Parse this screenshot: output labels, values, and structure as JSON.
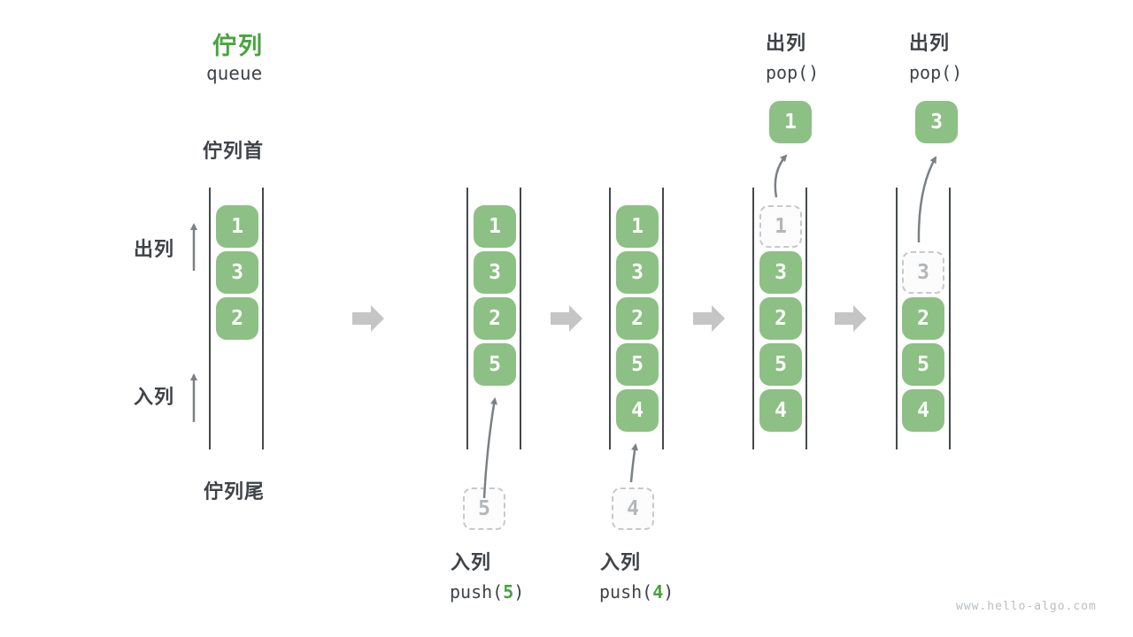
{
  "title": {
    "zh": "佇列",
    "en": "queue"
  },
  "labels": {
    "queue_front": "佇列首",
    "queue_rear": "佇列尾",
    "dequeue": "出列",
    "enqueue": "入列"
  },
  "operations": {
    "pop1": {
      "label": "出列",
      "code": "pop()"
    },
    "pop2": {
      "label": "出列",
      "code": "pop()"
    },
    "push5": {
      "label": "入列",
      "code_before": "push(",
      "arg": "5",
      "code_after": ")"
    },
    "push4": {
      "label": "入列",
      "code_before": "push(",
      "arg": "4",
      "code_after": ")"
    }
  },
  "columns": [
    {
      "cells": [
        {
          "value": "1"
        },
        {
          "value": "3"
        },
        {
          "value": "2"
        }
      ]
    },
    {
      "cells": [
        {
          "value": "1"
        },
        {
          "value": "3"
        },
        {
          "value": "2"
        },
        {
          "value": "5"
        }
      ]
    },
    {
      "cells": [
        {
          "value": "1"
        },
        {
          "value": "3"
        },
        {
          "value": "2"
        },
        {
          "value": "5"
        },
        {
          "value": "4"
        }
      ]
    },
    {
      "cells": [
        {
          "value": "1",
          "dashed": true
        },
        {
          "value": "3"
        },
        {
          "value": "2"
        },
        {
          "value": "5"
        },
        {
          "value": "4"
        }
      ]
    },
    {
      "cells": [
        {
          "value": "3",
          "dashed": true
        },
        {
          "value": "2"
        },
        {
          "value": "5"
        },
        {
          "value": "4"
        }
      ]
    }
  ],
  "popped": [
    {
      "value": "1"
    },
    {
      "value": "3"
    }
  ],
  "staging": [
    {
      "value": "5"
    },
    {
      "value": "4"
    }
  ],
  "watermark": "www.hello-algo.com",
  "colors": {
    "cell_green": "#8dc084",
    "accent_green": "#47a43e",
    "dark_text": "#3f4347",
    "rail": "#45494d",
    "thin_arrow": "#7b8084",
    "block_arrow": "#c5c5c5",
    "dashed_border": "#c7c9cb",
    "dashed_text": "#b3b7b9"
  }
}
